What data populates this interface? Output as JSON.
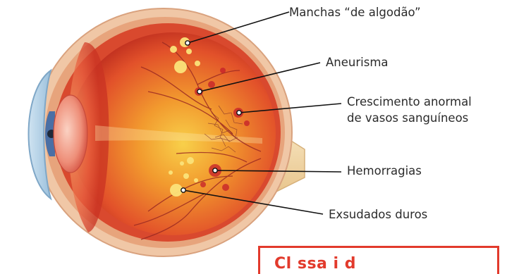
{
  "labels": {
    "cotton_wool": "Manchas “de algodão”",
    "aneurysm": "Aneurisma",
    "abnormal_vessels_line1": "Crescimento anormal",
    "abnormal_vessels_line2": "de vasos sanguíneos",
    "hemorrhages": "Hemorragias",
    "hard_exudates": "Exsudados duros"
  },
  "notice": {
    "text": "Cl     ssa  i     d"
  },
  "colors": {
    "accent_red": "#e23a2c",
    "leader_line": "#111111",
    "label_text": "#2b2b2b"
  }
}
